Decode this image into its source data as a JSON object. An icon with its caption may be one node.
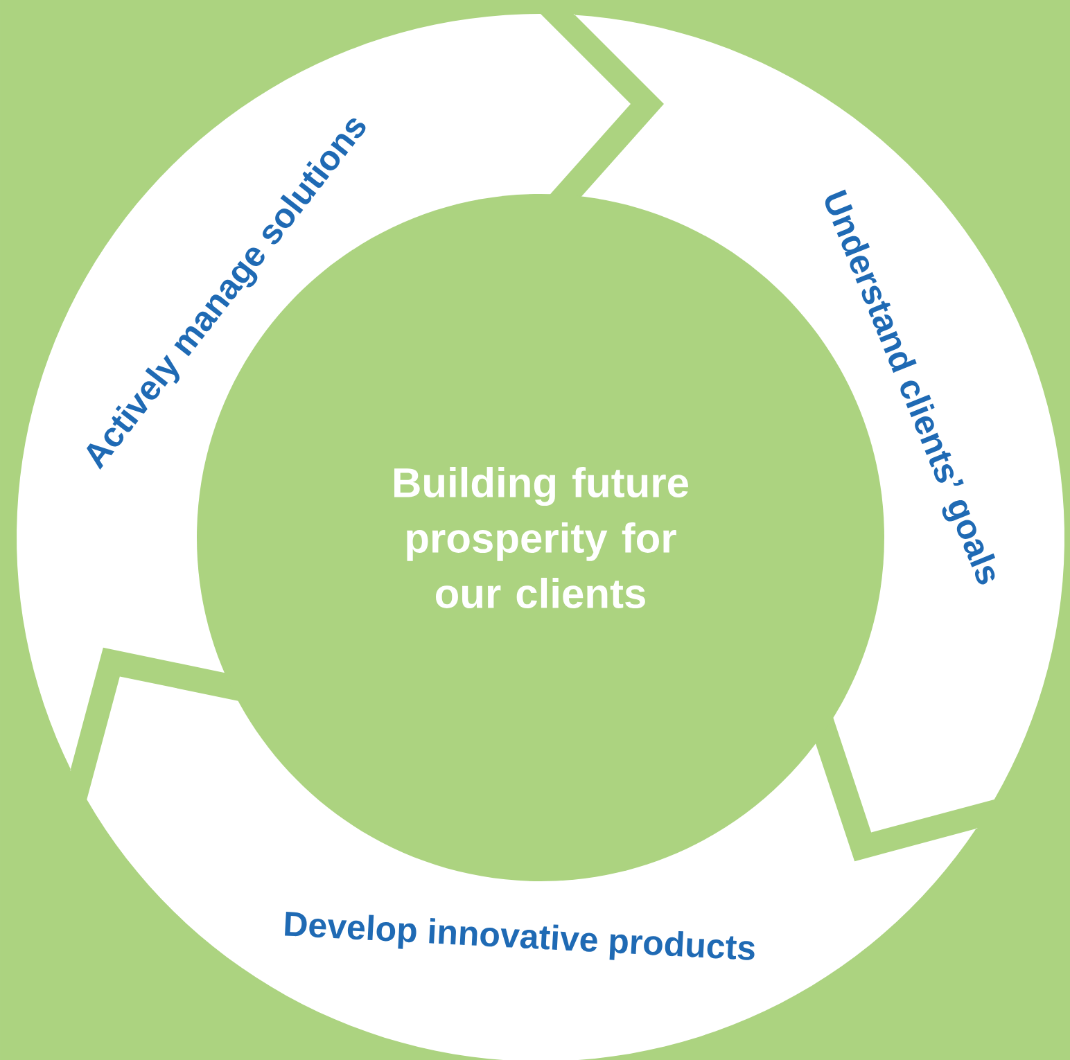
{
  "diagram": {
    "nodes": [
      {
        "text": [
          "Understand clients’ goals"
        ]
      },
      {
        "text": [
          "Develop innovative products"
        ]
      },
      {
        "text": [
          "Actively manage solutions"
        ]
      },
      {
        "text": [
          "Building future prosperity for our clients"
        ]
      }
    ]
  }
}
